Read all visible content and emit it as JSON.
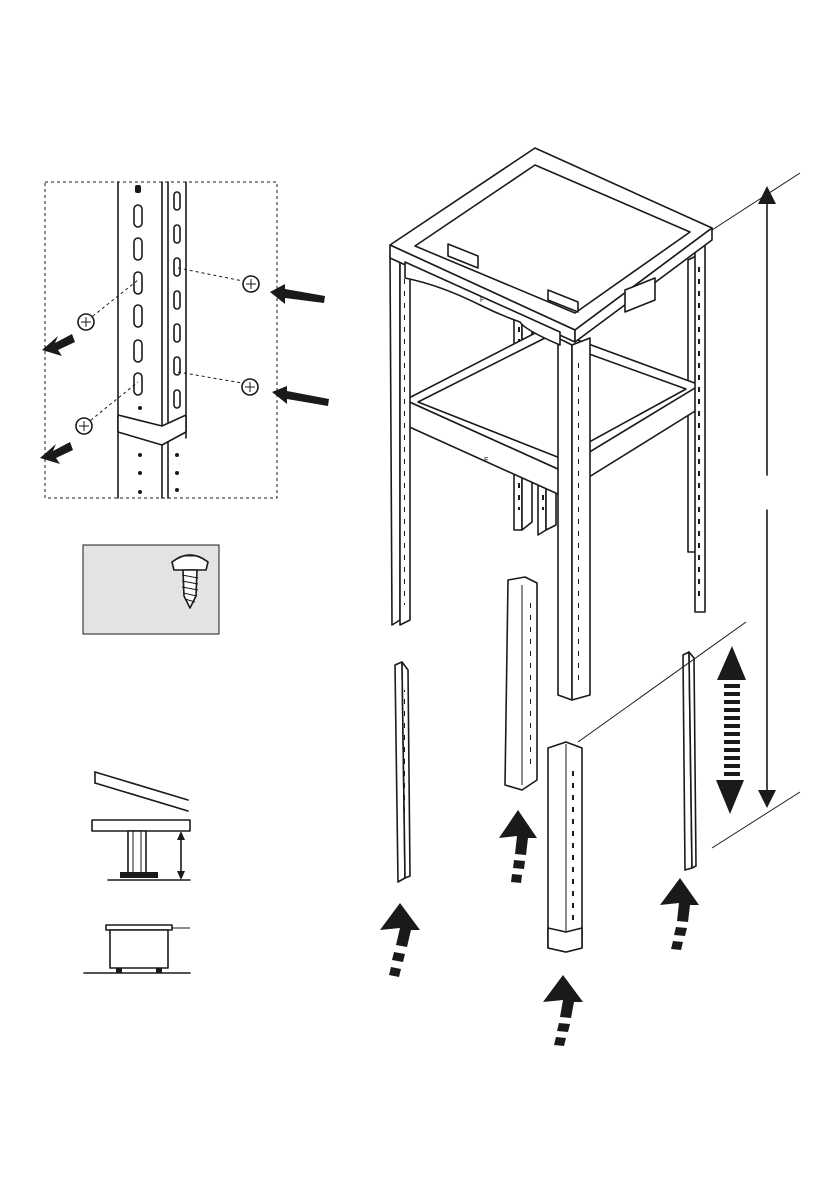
{
  "diagram": {
    "panel_label_main": "F",
    "panel_label_lower": "F",
    "screw_panel_bg": "#e3e3e3",
    "ink": "#1a1a1a"
  },
  "icons": {
    "push_arrow": "solid-arrow-with-dashed-tail",
    "adjust_arrow": "double-headed-dashed-arrow",
    "dimension_arrow": "double-headed-line-arrow",
    "screw": "pan-head-tapping-screw"
  }
}
